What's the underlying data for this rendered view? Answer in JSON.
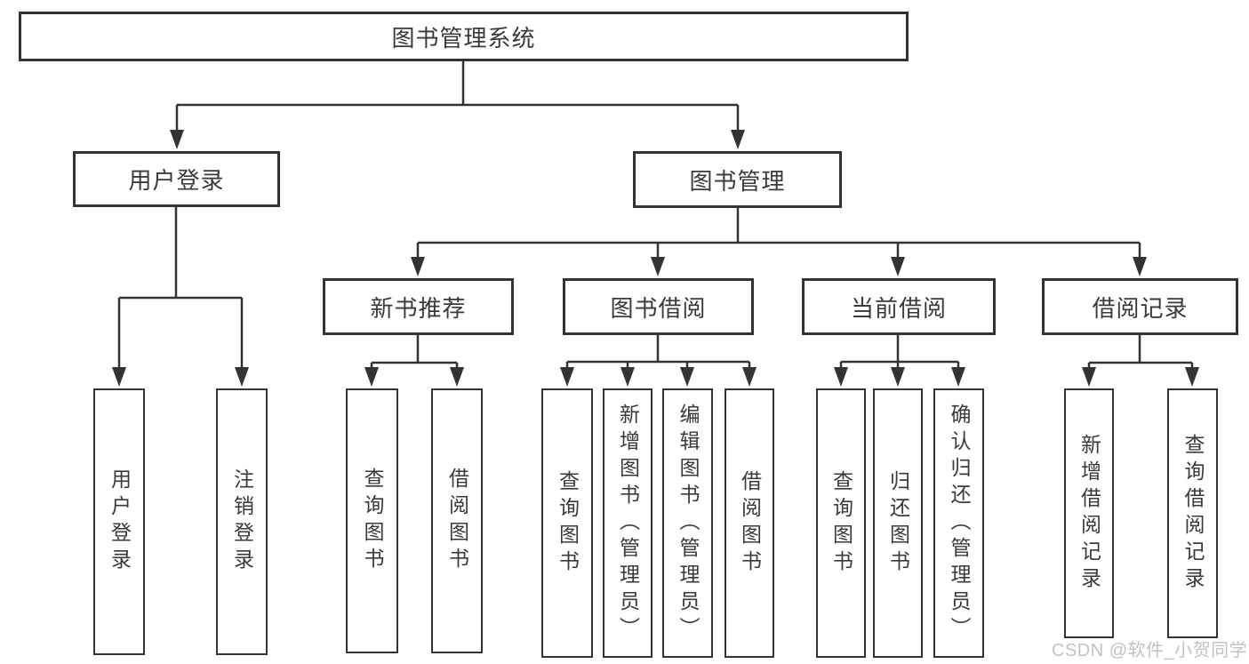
{
  "colors": {
    "line": "#333333",
    "text": "#3a3a3a",
    "watermark": "#c2c2c2",
    "background": "#ffffff"
  },
  "watermark": {
    "text": "CSDN @软件_小贺同学"
  },
  "tree": {
    "root": {
      "label": "图书管理系统"
    },
    "children": [
      {
        "label": "用户登录",
        "children": [
          {
            "label": "用户登录"
          },
          {
            "label": "注销登录"
          }
        ]
      },
      {
        "label": "图书管理",
        "children": [
          {
            "label": "新书推荐",
            "children": [
              {
                "label": "查询图书"
              },
              {
                "label": "借阅图书"
              }
            ]
          },
          {
            "label": "图书借阅",
            "children": [
              {
                "label": "查询图书"
              },
              {
                "label": "新增图书（管理员）"
              },
              {
                "label": "编辑图书（管理员）"
              },
              {
                "label": "借阅图书"
              }
            ]
          },
          {
            "label": "当前借阅",
            "children": [
              {
                "label": "查询图书"
              },
              {
                "label": "归还图书"
              },
              {
                "label": "确认归还（管理员）"
              }
            ]
          },
          {
            "label": "借阅记录",
            "children": [
              {
                "label": "新增借阅记录"
              },
              {
                "label": "查询借阅记录"
              }
            ]
          }
        ]
      }
    ]
  }
}
